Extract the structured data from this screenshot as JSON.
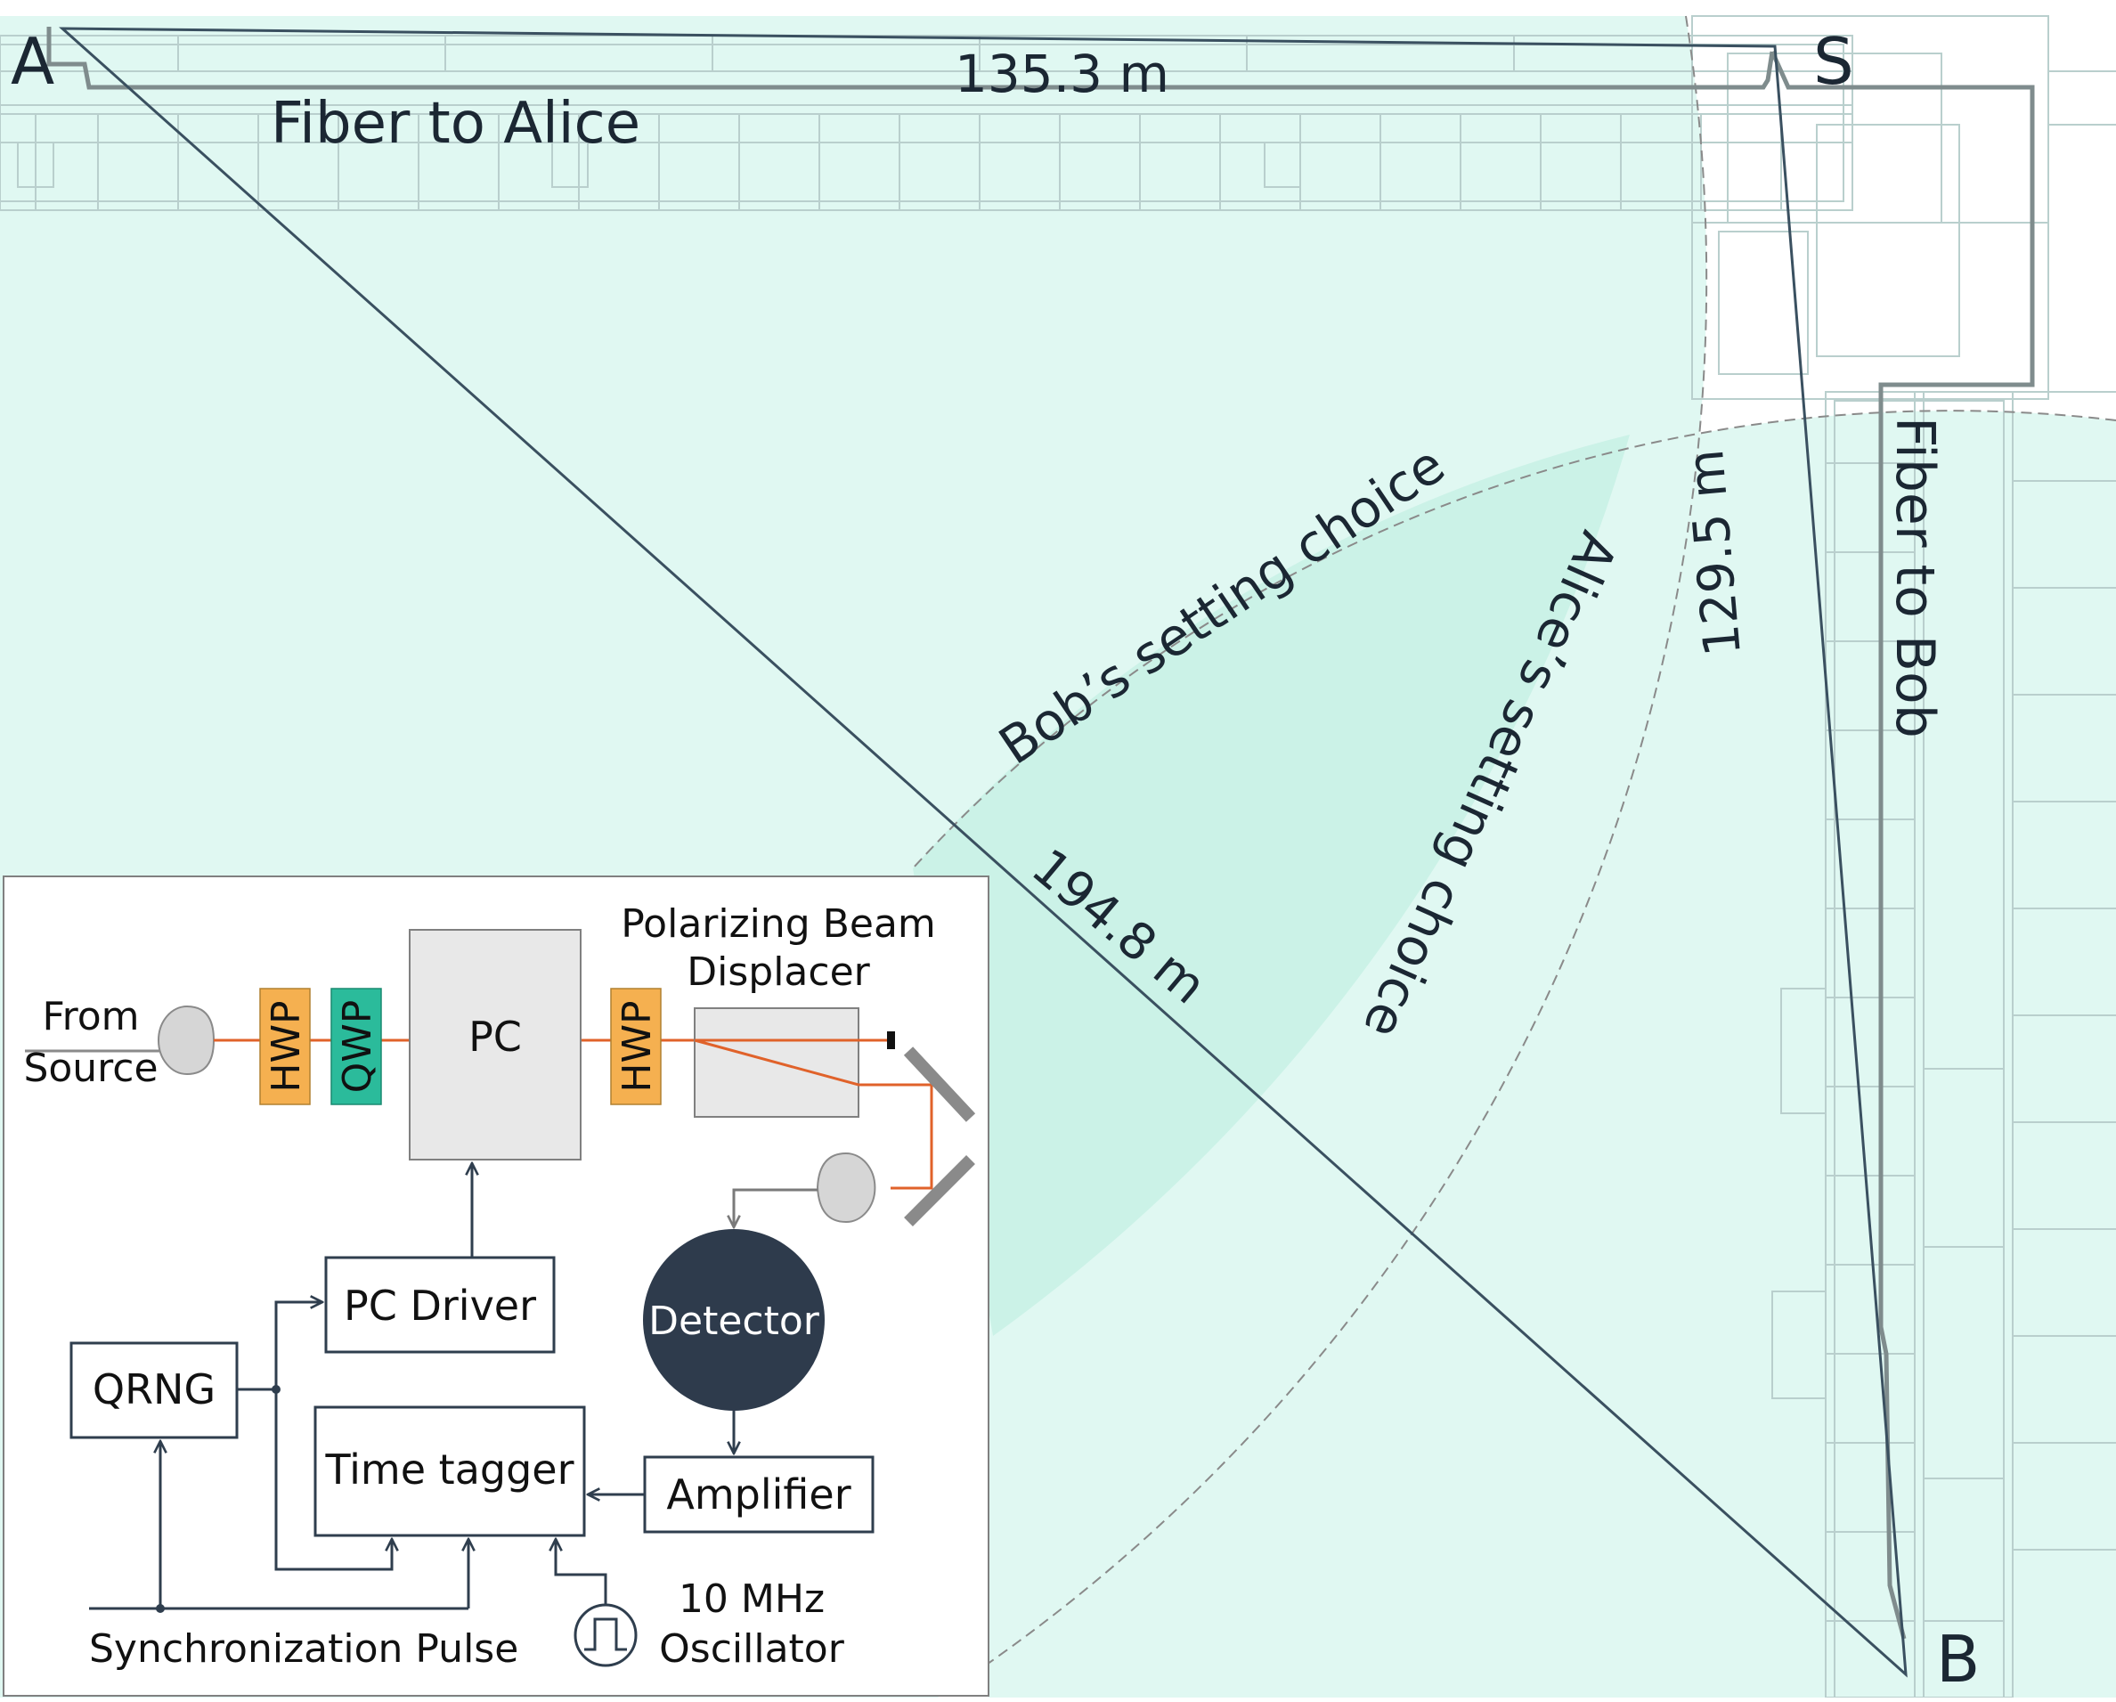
{
  "map": {
    "site_labels": {
      "alice": "A",
      "source": "S",
      "bob": "B"
    },
    "distances": {
      "alice_source": "135.3 m",
      "alice_bob": "194.8 m",
      "source_bob": "129.5 m"
    },
    "fiber_labels": {
      "alice": "Fiber to Alice",
      "bob": "Fiber to Bob"
    },
    "region_labels": {
      "bob_choice": "Bob’s setting choice",
      "alice_choice": "Alice’s setting choice"
    },
    "colors": {
      "region_fill": "#e0f8f2",
      "overlap_fill": "#cbf2e7",
      "link_line": "#3a5060",
      "fiber_line": "#7f8c8d",
      "floorplan": "#b9cfcd"
    }
  },
  "setup": {
    "from_source": [
      "From",
      "Source"
    ],
    "hwp1": "HWP",
    "qwp": "QWP",
    "pc": "PC",
    "hwp2": "HWP",
    "beam_displacer": [
      "Polarizing Beam",
      "Displacer"
    ],
    "detector": "Detector",
    "pc_driver": "PC Driver",
    "qrng": "QRNG",
    "time_tagger": "Time tagger",
    "amplifier": "Amplifier",
    "sync_pulse": "Synchronization Pulse",
    "oscillator": [
      "10 MHz",
      "Oscillator"
    ],
    "colors": {
      "hwp": "#f5b050",
      "qwp": "#2bbb9b",
      "detector": "#2e3b4c",
      "beam": "#e0622a",
      "box_fill": "#e8e8e8"
    }
  }
}
